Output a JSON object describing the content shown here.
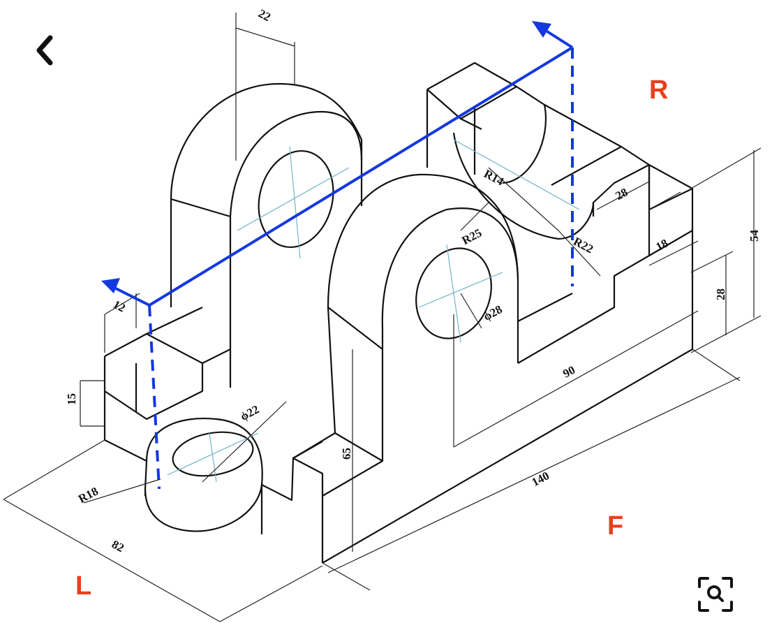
{
  "nav": {
    "back_icon": "chevron-left-icon",
    "lens_icon": "visual-search-icon"
  },
  "view_labels": {
    "left": "L",
    "right": "R",
    "front": "F",
    "color": "#e8401c"
  },
  "arrow_color": "#1438e0",
  "dimensions": {
    "d22_top": "22",
    "r14": "R14",
    "r25": "R25",
    "d28_hole": "ϕ28",
    "r22": "R22",
    "d28": "28",
    "d18": "18",
    "d54": "54",
    "d28_right": "28",
    "d90": "90",
    "d12": "12",
    "d15": "15",
    "d22_hole": "ϕ22",
    "d65": "65",
    "r18": "R18",
    "d140": "140",
    "d82": "82"
  }
}
